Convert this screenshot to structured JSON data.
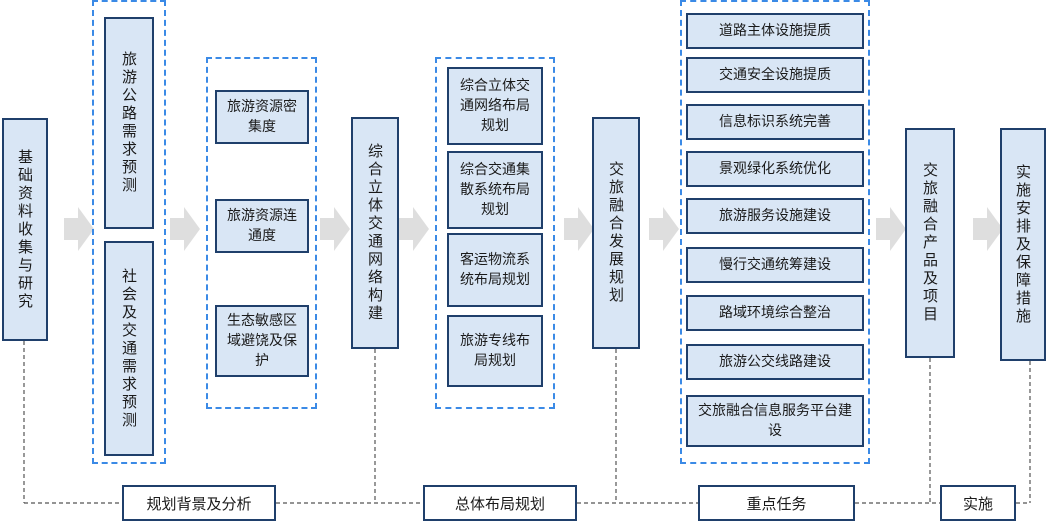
{
  "nodes": {
    "research": "基础资料收集与研究",
    "tourism_demand": "旅游公路需求预测",
    "social_demand": "社会及交通需求预测",
    "density": "旅游资源密集度",
    "connectivity": "旅游资源连通度",
    "ecological": "生态敏感区域避饶及保护",
    "network": "综合立体交通网络构建",
    "layout_plan": "综合立体交通网络布局规划",
    "collection": "综合交通集散系统布局规划",
    "passenger": "客运物流系统布局规划",
    "tourism_line": "旅游专线布局规划",
    "integration": "交旅融合发展规划",
    "tasks": [
      "道路主体设施提质",
      "交通安全设施提质",
      "信息标识系统完善",
      "景观绿化系统优化",
      "旅游服务设施建设",
      "慢行交通统筹建设",
      "路域环境综合整治",
      "旅游公交线路建设",
      "交旅融合信息服务平台建设"
    ],
    "products": "交旅融合产品及项目",
    "implementation": "实施安排及保障措施"
  },
  "stages": {
    "background": "规划背景及分析",
    "overall": "总体布局规划",
    "key_tasks": "重点任务",
    "implement": "实施"
  },
  "colors": {
    "box_fill": "#d9e6f5",
    "box_border": "#1f3f6b",
    "group_border": "#3b8ae6",
    "arrow": "#dedede"
  }
}
